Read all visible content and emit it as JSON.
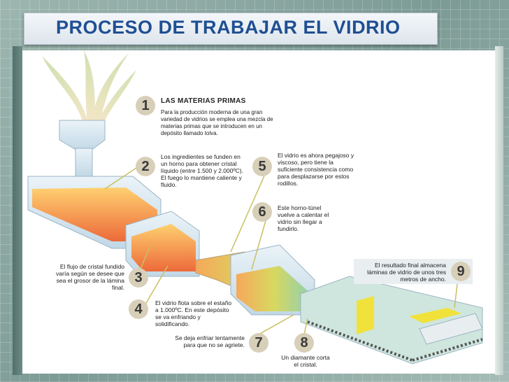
{
  "title": "PROCESO DE TRABAJAR EL VIDRIO",
  "steps": [
    {
      "n": "1",
      "heading": "LAS MATERIAS PRIMAS",
      "text": "Para la producción moderna de una gran variedad de vidrios se emplea una mezcla de materias primas que se introducen en un depósito llamado tolva."
    },
    {
      "n": "2",
      "text": "Los ingredientes se funden en un horno para obtener cristal líquido (entre 1.500 y 2.000ºC). El fuego lo mantiene caliente y fluido."
    },
    {
      "n": "3",
      "text": "El flujo de cristal fundido varía según se desee que sea el grosor de la lámina final."
    },
    {
      "n": "4",
      "text": "El vidrio flota sobre el estaño a 1.000ºC. En este depósito se va enfriando y solidificando."
    },
    {
      "n": "5",
      "text": "El vidrio es ahora pegajoso y viscoso, pero tiene la suficiente consistencia como para desplazarse por estos rodillos."
    },
    {
      "n": "6",
      "text": "Este horno-túnel vuelve a calentar el vidrio sin llegar a fundirlo."
    },
    {
      "n": "7",
      "text": "Se deja enfriar lentamente para que no se agriete."
    },
    {
      "n": "8",
      "text": "Un diamante corta el cristal."
    },
    {
      "n": "9",
      "text": "El resultado final almacena láminas de vidrio de unos tres metros de ancho."
    }
  ],
  "colors": {
    "title": "#1f4f93",
    "badge": "#d8cfb9",
    "furnace": "#f0a060",
    "glass": "#a8d8c8"
  }
}
